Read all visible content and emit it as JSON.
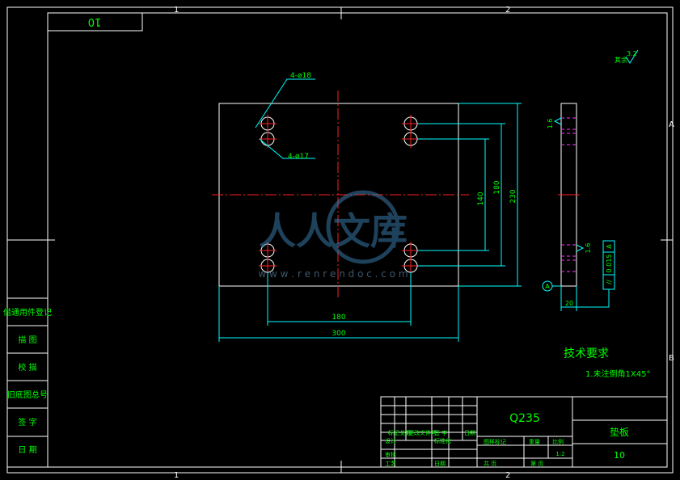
{
  "zone_labels": {
    "top": [
      "1",
      "2"
    ],
    "bottom": [
      "1",
      "2"
    ],
    "right": [
      "A",
      "B"
    ]
  },
  "corner_tag": "10",
  "roughness": {
    "value": "3.2",
    "prefix": "其余"
  },
  "plate_dims": {
    "hole_a": "4-ø18",
    "hole_b": "4-ø17",
    "dim_180_v": "180",
    "dim_140": "140",
    "dim_230": "230",
    "dim_180_h": "180",
    "dim_300": "300"
  },
  "side_view": {
    "roughness_top": "1.6",
    "roughness_mid": "1.6",
    "tolerance_symbol": "//",
    "tolerance_value": "0.015",
    "tolerance_datum": "A",
    "datum_marker": "A",
    "thickness": "20"
  },
  "watermark": {
    "cn": "人人文库",
    "url": "w w w . r e n r e n d o c . c o m"
  },
  "tech_requirements": {
    "title": "技术要求",
    "items": [
      "1.未注倒角1X45°"
    ]
  },
  "side_stamp": [
    "借通用件登记",
    "描 图",
    "校 描",
    "旧底图总号",
    "签 字",
    "日 期"
  ],
  "title_block": {
    "material": "Q235",
    "part_name": "垫板",
    "drawing_no": "10",
    "header_cells": [
      "标记",
      "处数",
      "更改文件号",
      "签 字",
      "日期"
    ],
    "left_rows": [
      "设计",
      "审核",
      "工艺"
    ],
    "standard": "标准化",
    "approve": "日期",
    "stage_mark": "图样标记",
    "weight": "重量",
    "scale_label": "比例",
    "scale": "1:2",
    "sheets_total": "共 页",
    "sheet_no": "第 页"
  }
}
